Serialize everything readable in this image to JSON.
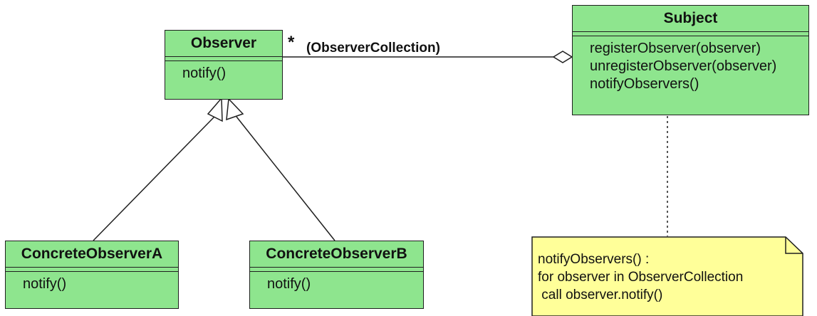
{
  "classes": {
    "observer": {
      "name": "Observer",
      "methods": [
        "notify()"
      ]
    },
    "subject": {
      "name": "Subject",
      "methods": [
        "registerObserver(observer)",
        "unregisterObserver(observer)",
        "notifyObservers()"
      ]
    },
    "concrete_a": {
      "name": "ConcreteObserverA",
      "methods": [
        "notify()"
      ]
    },
    "concrete_b": {
      "name": "ConcreteObserverB",
      "methods": [
        "notify()"
      ]
    }
  },
  "association": {
    "multiplicity": "*",
    "role": "(ObserverCollection)"
  },
  "note": {
    "lines": [
      "notifyObservers() :",
      "for observer in ObserverCollection",
      " call observer.notify()"
    ]
  },
  "colors": {
    "class_fill": "#8ee58e",
    "note_fill": "#ffff99",
    "line": "#1f1f1f"
  }
}
